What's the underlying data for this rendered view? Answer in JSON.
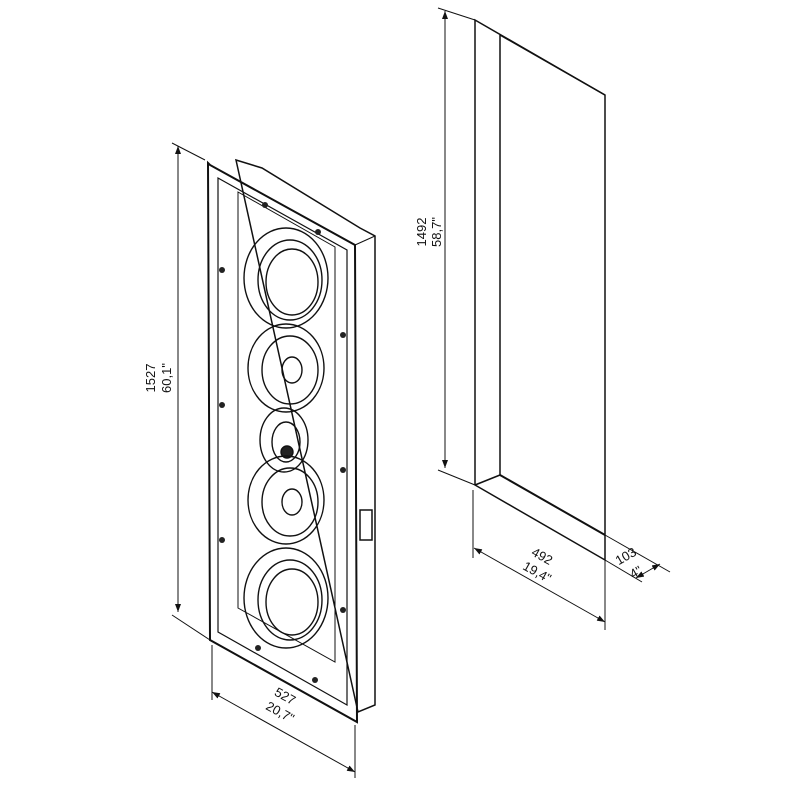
{
  "speaker": {
    "height_mm": "1527",
    "height_in": "60,1\"",
    "width_mm": "527",
    "width_in": "20,7\""
  },
  "cutout": {
    "height_mm": "1492",
    "height_in": "58,7\"",
    "width_mm": "492",
    "width_in": "19,4\"",
    "depth_mm": "103",
    "depth_in": "4\""
  }
}
